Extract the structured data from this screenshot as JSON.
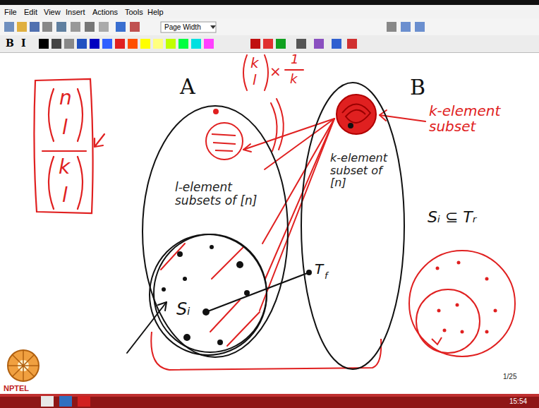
{
  "diagram": {
    "nodes": [
      {
        "text": [
          "A",
          "l-element subsets of [n]"
        ]
      },
      {
        "text": [
          "Sᵢ"
        ],
        "in": 0
      },
      {
        "text": [
          "B",
          "k-element subset of [n]"
        ]
      }
    ],
    "labels": [
      "File",
      "Edit",
      "View",
      "Insert",
      "Actions",
      "Tools",
      "Help",
      "Page Width",
      "B",
      "I",
      "n",
      "l",
      "k",
      "l",
      "k",
      "l",
      "×",
      "1",
      "k",
      "k-element subset",
      "T",
      "f",
      "Sᵢ ⊆ Tᵣ",
      "1/25",
      "15:54",
      "NPTEL"
    ]
  }
}
